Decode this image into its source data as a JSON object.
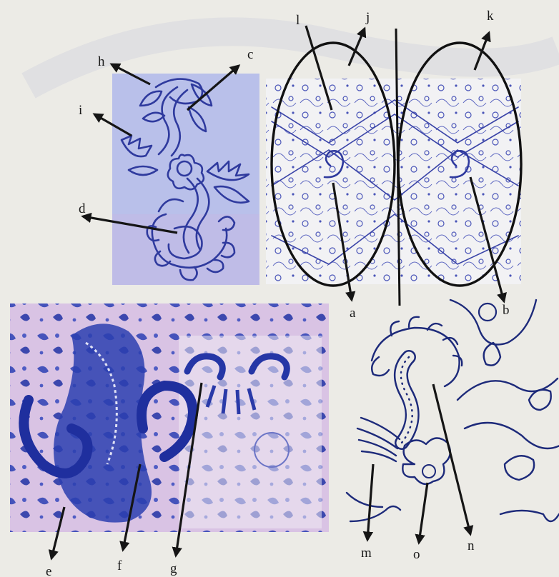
{
  "labels": {
    "a": "a",
    "b": "b",
    "c": "c",
    "d": "d",
    "e": "e",
    "f": "f",
    "g": "g",
    "h": "h",
    "i": "i",
    "j": "j",
    "k": "k",
    "l": "l",
    "m": "m",
    "n": "n",
    "o": "o"
  },
  "colors": {
    "background": "#ecebe6",
    "motif_blue": "#2f3a9e",
    "panel_blue": "#b9c0ea",
    "batik_pink": "#d9c3e4",
    "batik_blue": "#2b3fb0",
    "arrow": "#151515"
  }
}
